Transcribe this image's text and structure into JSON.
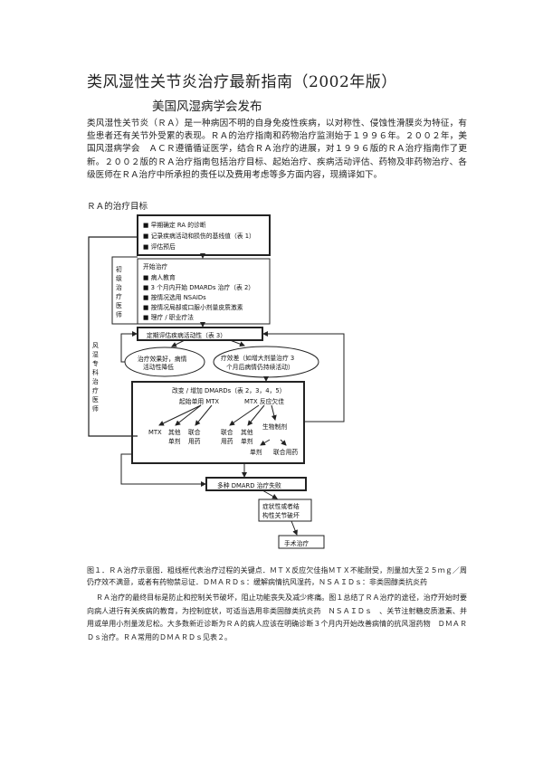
{
  "doc": {
    "title": "类风湿性关节炎治疗最新指南（2002年版）",
    "subtitle": "美国风湿病学会发布",
    "intro": "类风湿性关节炎（ＲＡ）是一种病因不明的自身免疫性疾病，以对称性、侵蚀性滑膜炎为特征，有些患者还有关节外受累的表现。ＲＡ的治疗指南和药物治疗监测始于１９９６年。２００２年，美国风湿病学会　ＡＣＲ遵循循证医学，结合ＲＡ治疗的进展，对１９９６版的ＲＡ治疗指南作了更新。２００２版的ＲＡ治疗指南包括治疗目标、起始治疗、疾病活动评估、药物及非药物治疗、各级医师在ＲＡ治疗中所承担的责任以及费用考虑等多方面内容，现摘译如下。",
    "section_label": "ＲＡ的治疗目标",
    "figure_caption": "图１．ＲＡ治疗示意图．粗线框代表治疗过程的关键点．ＭＴＸ反应欠佳指ＭＴＸ不能耐受，剂量加大至２５ｍｇ／周仍疗效不满意，或者有药物禁忌证．ＤＭＡＲＤｓ：缓解病情抗风湿药，ＮＳＡＩＤｓ：非类固醇类抗炎药",
    "body2": "ＲＡ治疗的最终目标是防止和控制关节破坏，阻止功能丧失及减少疼痛。图１总结了ＲＡ治疗的途径，治疗开始时要向病人进行有关疾病的教育，为控制症状，可适当选用非类固醇类抗炎药　ＮＳＡＩＤｓ　、关节注射糖皮质激素、并用或单用小剂量泼尼松。大多数新近诊断为ＲＡ的病人应该在明确诊断３个月内开始改善病情的抗风湿药物　ＤＭＡＲＤｓ治疗。ＲＡ常用的ＤＭＡＲＤｓ见表２。"
  },
  "flowchart": {
    "box1": [
      "■ 早期确定 RA 的诊断",
      "■ 记录疾病活动和损伤的基线值（表 1）",
      "■ 评估预后"
    ],
    "side_primary": [
      "初",
      "级",
      "治",
      "疗",
      "医",
      "师"
    ],
    "box2_title": "开始治疗",
    "box2": [
      "■ 病人教育",
      "■ 3 个月内开始 DMARDs 治疗（表 2）",
      "■ 按情况选用 NSAIDs",
      "■ 按情况局部或口服小剂量皮质激素",
      "■ 理疗 / 职业疗法"
    ],
    "side_specialist": [
      "风",
      "湿",
      "专",
      "科",
      "治",
      "疗",
      "医",
      "师"
    ],
    "box3": "定期评估疾病活动性（表 3）",
    "oval_left": [
      "治疗效果好，病情",
      "活动性降低"
    ],
    "oval_right": [
      "疗效差（如增大剂量治疗 3",
      "个月后病情仍持续活动）"
    ],
    "box4_title": "改变 / 增加 DMARDs（表 2，3，4，5）",
    "branch_left": "起始单用 MTX",
    "branch_right": "MTX 反应欠佳",
    "leaf_mtx": "MTX",
    "leaf_other_single": [
      "其他",
      "单剂"
    ],
    "leaf_combo": [
      "联合",
      "用药"
    ],
    "bio": "生物制剂",
    "bio_single": "单剂",
    "bio_combo": "联合用药",
    "box5": "多种 DMARD 治疗失败",
    "box6": [
      "症状性或者结",
      "构性关节破坏"
    ],
    "box7": "手术治疗"
  }
}
